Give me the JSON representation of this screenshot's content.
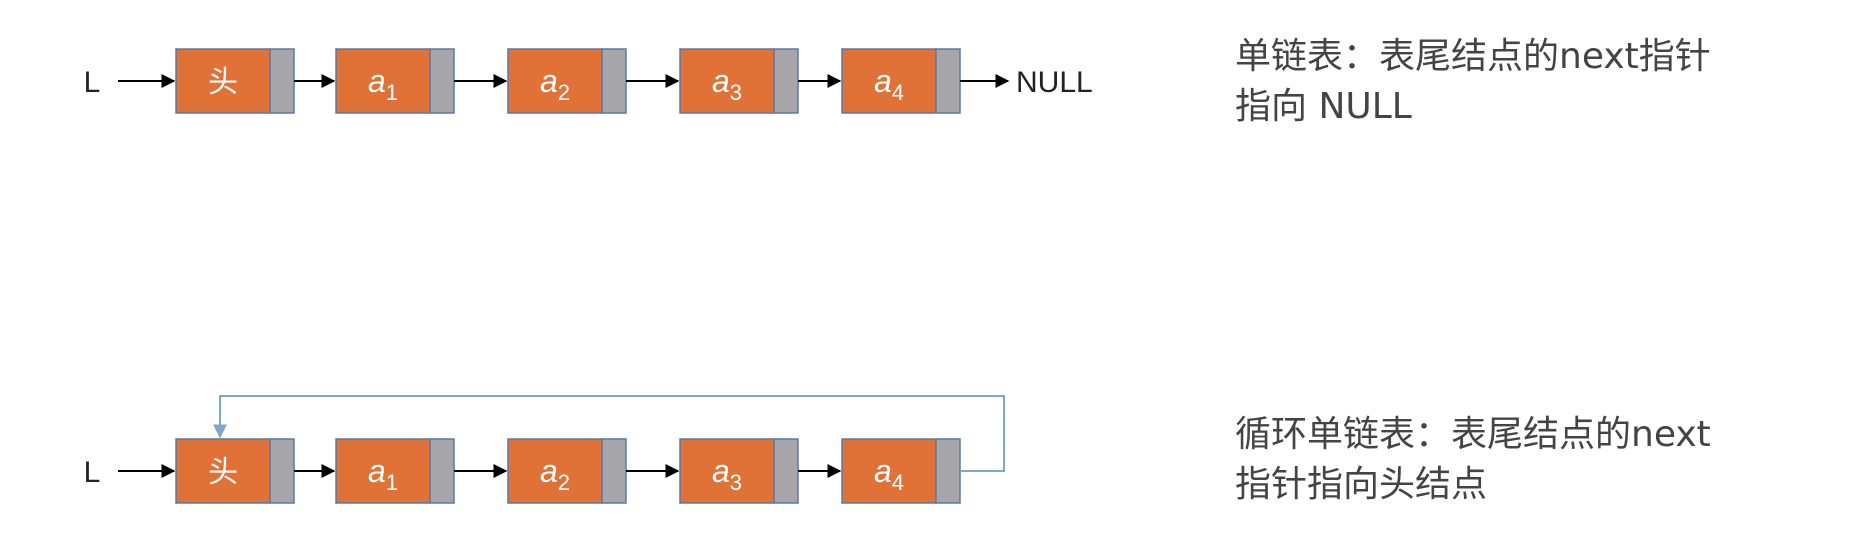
{
  "colors": {
    "node_data": "#E07137",
    "node_pointer": "#A6A6AA",
    "node_border": "#5A79A8",
    "arrow": "#000000",
    "loop_line": "#7FA6CF",
    "text": "#222222"
  },
  "lists": [
    {
      "id": "singly",
      "head_pointer_label": "L",
      "nodes": [
        {
          "label": "头",
          "sub": ""
        },
        {
          "label": "a",
          "sub": "1"
        },
        {
          "label": "a",
          "sub": "2"
        },
        {
          "label": "a",
          "sub": "3"
        },
        {
          "label": "a",
          "sub": "4"
        }
      ],
      "tail_label": "NULL",
      "circular": false,
      "description": [
        "单链表：表尾结点的next指针",
        "指向 NULL"
      ]
    },
    {
      "id": "circular",
      "head_pointer_label": "L",
      "nodes": [
        {
          "label": "头",
          "sub": ""
        },
        {
          "label": "a",
          "sub": "1"
        },
        {
          "label": "a",
          "sub": "2"
        },
        {
          "label": "a",
          "sub": "3"
        },
        {
          "label": "a",
          "sub": "4"
        }
      ],
      "tail_label": "",
      "circular": true,
      "description": [
        "循环单链表：表尾结点的next",
        "指针指向头结点"
      ]
    }
  ]
}
